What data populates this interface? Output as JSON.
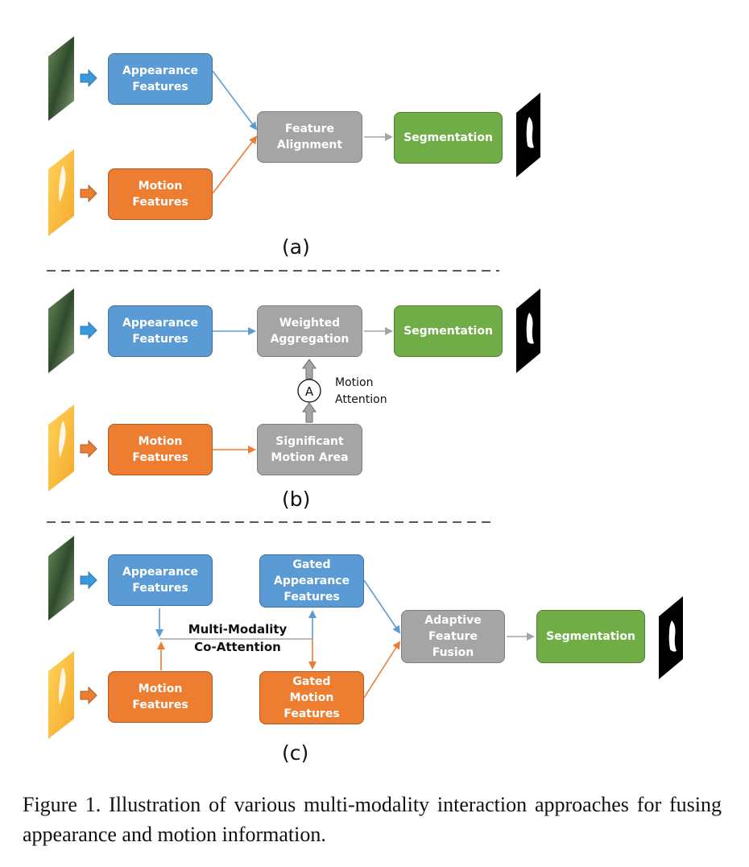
{
  "panels": {
    "a": {
      "label": "(a)",
      "appearance": "Appearance\nFeatures",
      "motion": "Motion\nFeatures",
      "alignment": "Feature\nAlignment",
      "segmentation": "Segmentation"
    },
    "b": {
      "label": "(b)",
      "appearance": "Appearance\nFeatures",
      "motion": "Motion\nFeatures",
      "weighted": "Weighted\nAggregation",
      "significant": "Significant\nMotion Area",
      "attention_symbol": "A",
      "attention_label": "Motion\nAttention",
      "segmentation": "Segmentation"
    },
    "c": {
      "label": "(c)",
      "appearance": "Appearance\nFeatures",
      "motion": "Motion\nFeatures",
      "gated_appearance": "Gated\nAppearance\nFeatures",
      "gated_motion": "Gated\nMotion\nFeatures",
      "coattention": "Multi-Modality\nCo-Attention",
      "fusion": "Adaptive\nFeature\nFusion",
      "segmentation": "Segmentation"
    }
  },
  "caption": "Figure 1. Illustration of various multi-modality interaction approaches for fusing appearance and motion information.",
  "colors": {
    "appearance": "#5b9bd5",
    "motion": "#ed7d31",
    "intermediate": "#a5a5a5",
    "segmentation": "#70ad47"
  }
}
